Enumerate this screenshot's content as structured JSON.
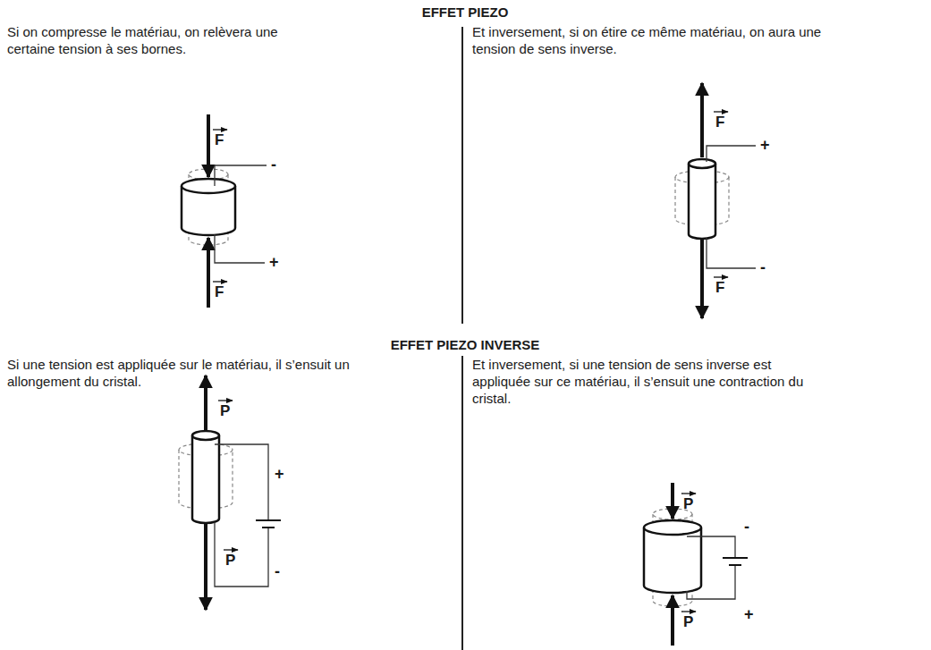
{
  "diagram": {
    "labels": [
      "EFFET PIEZO",
      "Si on compresse le matériau, on relèvera une certaine tension à ses bornes.",
      "Et inversement, si on étire ce même matériau, on aura une tension de sens inverse.",
      "F",
      "-",
      "+",
      "F",
      "F",
      "+",
      "-",
      "F",
      "EFFET PIEZO INVERSE",
      "Si une tension est appliquée sur le matériau, il s’ensuit un allongement du cristal.",
      "Et inversement, si une tension de sens inverse est appliquée sur ce matériau, il s’ensuit une contraction du cristal.",
      "P",
      "+",
      "-",
      "P",
      "P",
      "-",
      "+",
      "P"
    ]
  }
}
